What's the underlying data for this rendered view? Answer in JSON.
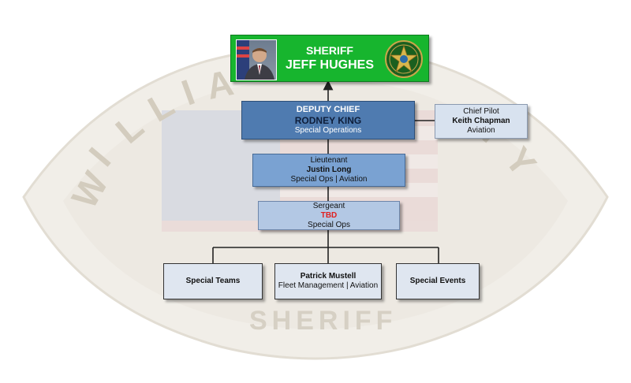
{
  "sheriff": {
    "title": "SHERIFF",
    "name": "JEFF HUGHES"
  },
  "deputy_chief": {
    "title": "DEPUTY CHIEF",
    "name": "RODNEY KING",
    "unit": "Special Operations"
  },
  "chief_pilot": {
    "title": "Chief Pilot",
    "name": "Keith Chapman",
    "unit": "Aviation"
  },
  "lieutenant": {
    "title": "Lieutenant",
    "name": "Justin Long",
    "unit": "Special Ops | Aviation"
  },
  "sergeant": {
    "title": "Sergeant",
    "name": "TBD",
    "unit": "Special Ops"
  },
  "bottom_units": [
    {
      "name": "Special Teams"
    },
    {
      "name": "Patrick Mustell",
      "unit": "Fleet Management | Aviation"
    },
    {
      "name": "Special Events"
    }
  ],
  "background": {
    "bottom_text": "SHERIFF"
  },
  "colors": {
    "sheriff_green": "#17b52e",
    "deputy_blue": "#4f7bb0",
    "lieutenant_blue": "#7aa2d2",
    "sergeant_blue": "#b3c8e4",
    "tbd_red": "#e02020"
  }
}
